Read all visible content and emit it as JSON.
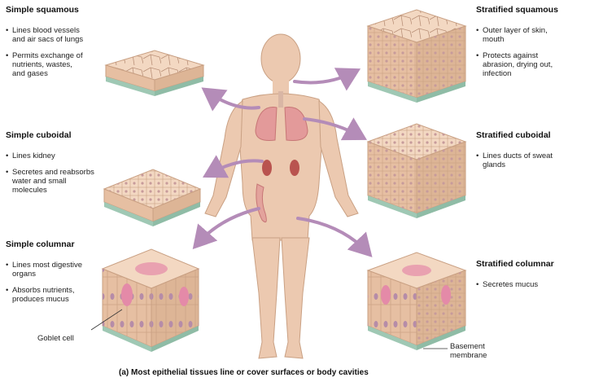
{
  "figure": {
    "caption": "(a) Most epithelial tissues line or cover surfaces or body cavities",
    "colors": {
      "arrow": "#b48cb8",
      "skin": "#ecc9b0",
      "lungs": "#e39a9a",
      "tissue_top": "#f3d8c2",
      "tissue_side": "#e6bfa2",
      "basement": "#9fc8b4",
      "goblet": "#e48aa8"
    }
  },
  "simple_squamous": {
    "title": "Simple squamous",
    "bullets": [
      "Lines blood vessels and air sacs of lungs",
      "Permits exchange of nutrients, wastes, and gases"
    ]
  },
  "simple_cuboidal": {
    "title": "Simple cuboidal",
    "bullets": [
      "Lines kidney",
      "Secretes and reabsorbs water and small molecules"
    ]
  },
  "simple_columnar": {
    "title": "Simple columnar",
    "bullets": [
      "Lines most digestive organs",
      "Absorbs nutrients, produces mucus"
    ],
    "callout": "Goblet  cell"
  },
  "stratified_squamous": {
    "title": "Stratified squamous",
    "bullets": [
      "Outer layer of skin, mouth",
      "Protects against abrasion, drying out, infection"
    ]
  },
  "stratified_cuboidal": {
    "title": "Stratified cuboidal",
    "bullets": [
      "Lines ducts of sweat glands"
    ]
  },
  "stratified_columnar": {
    "title": "Stratified columnar",
    "bullets": [
      "Secretes mucus"
    ],
    "callout": "Basement membrane"
  }
}
